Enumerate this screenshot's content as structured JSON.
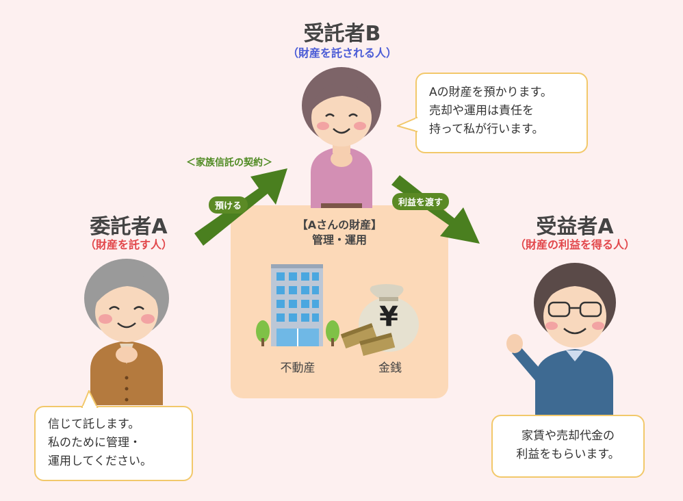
{
  "trustee": {
    "title": "受託者B",
    "subtitle": "（財産を託される人）",
    "subtitle_color": "#4a5bd6",
    "speech": [
      "Aの財産を預かります。",
      "売却や運用は責任を",
      "持って私が行います。"
    ]
  },
  "settlor": {
    "title": "委託者A",
    "subtitle": "（財産を託す人）",
    "subtitle_color": "#e2474b",
    "speech": [
      "信じて託します。",
      "私のために管理・",
      "運用してください。"
    ]
  },
  "beneficiary": {
    "title": "受益者A",
    "subtitle": "（財産の利益を得る人）",
    "subtitle_color": "#e2474b",
    "speech": [
      "家賃や売却代金の",
      "利益をもらいます。"
    ]
  },
  "arrows": {
    "contract_label": "＜家族信託の契約＞",
    "entrust_label": "預ける",
    "benefit_label": "利益を渡す",
    "color": "#4a7f1f"
  },
  "assets": {
    "title": "【Aさんの財産】",
    "subtitle": "管理・運用",
    "real_estate_label": "不動産",
    "money_label": "金銭",
    "yen_symbol": "¥"
  },
  "colors": {
    "background": "#fdf0f0",
    "asset_box": "#fcd9b8",
    "bubble_border": "#f2c86a"
  }
}
